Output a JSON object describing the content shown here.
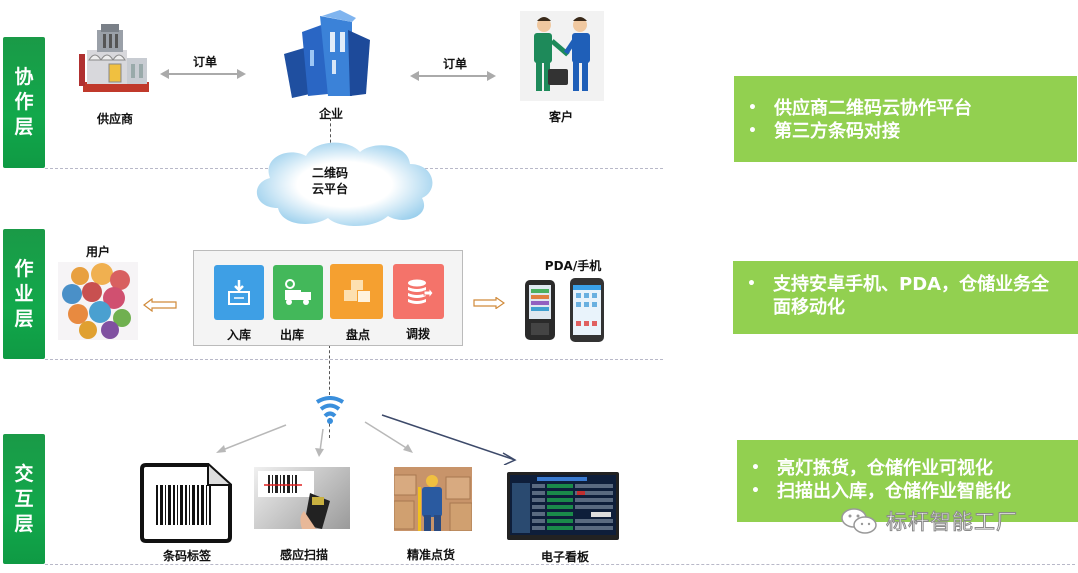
{
  "layers": [
    {
      "id": "collab",
      "chars": [
        "协",
        "作",
        "层"
      ]
    },
    {
      "id": "operation",
      "chars": [
        "作",
        "业",
        "层"
      ]
    },
    {
      "id": "interaction",
      "chars": [
        "交",
        "互",
        "层"
      ]
    }
  ],
  "collab_layer": {
    "supplier_label": "供应商",
    "enterprise_label": "企业",
    "customer_label": "客户",
    "order_label_left": "订单",
    "order_label_right": "订单",
    "cloud_line1": "二维码",
    "cloud_line2": "云平台"
  },
  "operation_layer": {
    "user_label": "用户",
    "device_label": "PDA/手机",
    "apps": [
      {
        "label": "入库",
        "color": "#3e9fe5",
        "icon": "inbox-download-icon"
      },
      {
        "label": "出库",
        "color": "#43b85a",
        "icon": "forklift-truck-icon"
      },
      {
        "label": "盘点",
        "color": "#f5a030",
        "icon": "boxes-icon"
      },
      {
        "label": "调拨",
        "color": "#f4736a",
        "icon": "database-transfer-icon"
      }
    ]
  },
  "interaction_layer": {
    "items": [
      {
        "label": "条码标签",
        "icon": "barcode-label-icon"
      },
      {
        "label": "感应扫描",
        "icon": "barcode-scanner-icon"
      },
      {
        "label": "精准点货",
        "icon": "warehouse-worker-icon"
      },
      {
        "label": "电子看板",
        "icon": "electronic-board-icon"
      }
    ]
  },
  "feature_boxes": [
    {
      "bullets": [
        "供应商二维码云协作平台",
        "第三方条码对接"
      ]
    },
    {
      "bullets": [
        "支持安卓手机、PDA，仓储业务全面移动化"
      ]
    },
    {
      "bullets": [
        "亮灯拣货，仓储作业可视化",
        "扫描出入库，仓储作业智能化"
      ]
    }
  ],
  "bullet_char": "•",
  "watermark": "标杆智能工厂",
  "colors": {
    "layer_green": "#12a84b",
    "feature_green": "#92d050"
  }
}
